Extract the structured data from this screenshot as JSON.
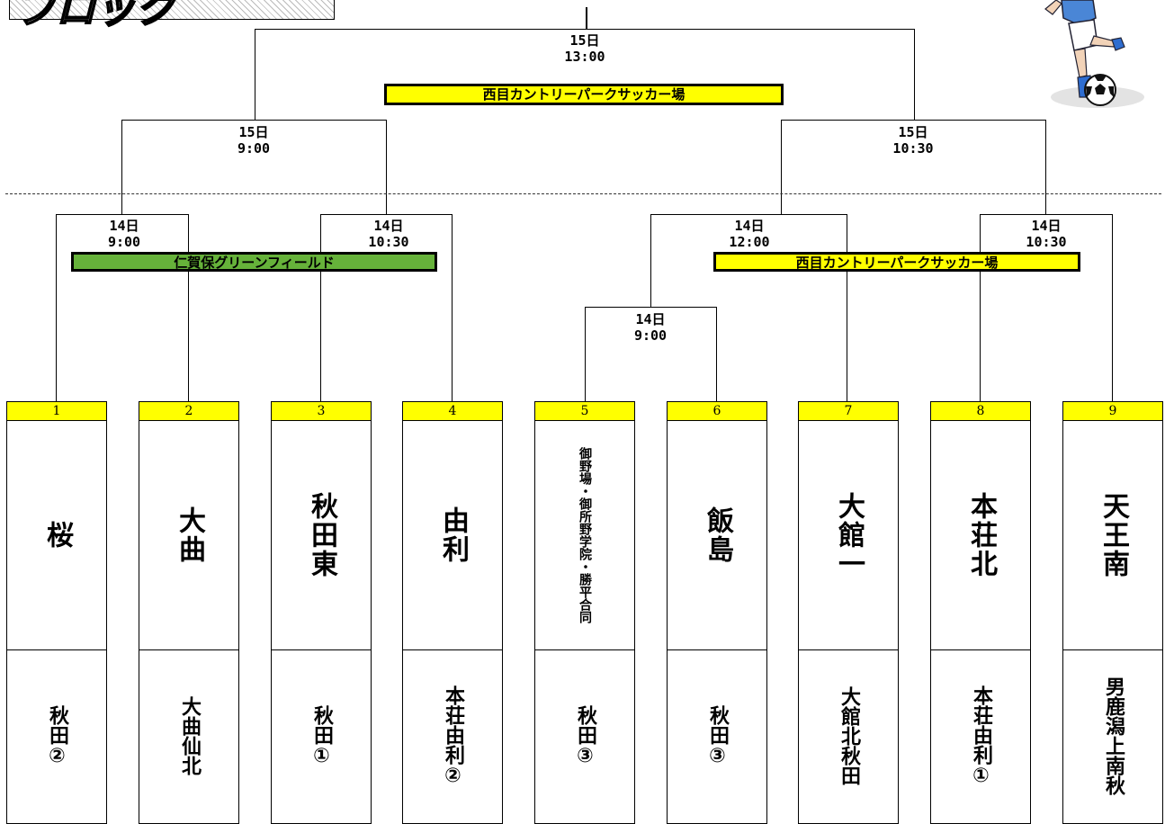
{
  "title": "ブロック",
  "colors": {
    "venue_yellow": "#ffff00",
    "venue_green": "#66b23a",
    "number_yellow": "#ffff00"
  },
  "final": {
    "date": "15日",
    "time": "13:00",
    "venue": "西目カントリーパークサッカー場"
  },
  "semis": [
    {
      "date": "15日",
      "time": "9:00"
    },
    {
      "date": "15日",
      "time": "10:30"
    }
  ],
  "round1": [
    {
      "date": "14日",
      "time": "9:00"
    },
    {
      "date": "14日",
      "time": "10:30"
    },
    {
      "date": "14日",
      "time": "12:00"
    },
    {
      "date": "14日",
      "time": "10:30"
    }
  ],
  "prelim": {
    "date": "14日",
    "time": "9:00"
  },
  "venues": {
    "left": "仁賀保グリーンフィールド",
    "right": "西目カントリーパークサッカー場"
  },
  "teams": [
    {
      "num": "1",
      "name": "桜",
      "sub": "秋田②"
    },
    {
      "num": "2",
      "name": "大曲",
      "sub": "大曲仙北"
    },
    {
      "num": "3",
      "name": "秋田東",
      "sub": "秋田①"
    },
    {
      "num": "4",
      "name": "由利",
      "sub": "本荘由利②"
    },
    {
      "num": "5",
      "name": "御野場・御所野学院・勝平合同",
      "sub": "秋田③"
    },
    {
      "num": "6",
      "name": "飯島",
      "sub": "秋田③"
    },
    {
      "num": "7",
      "name": "大館一",
      "sub": "大館北秋田"
    },
    {
      "num": "8",
      "name": "本荘北",
      "sub": "本荘由利①"
    },
    {
      "num": "9",
      "name": "天王南",
      "sub": "男鹿潟上南秋"
    }
  ]
}
